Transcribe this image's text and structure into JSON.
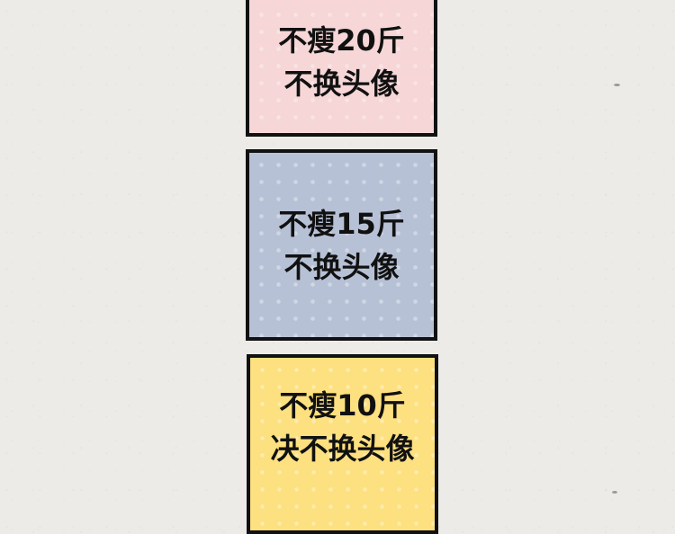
{
  "cards": [
    {
      "line1": "不瘦20斤",
      "line2": "不换头像",
      "color": "#f6d6d7"
    },
    {
      "line1": "不瘦15斤",
      "line2": "不换头像",
      "color": "#b7c1d6"
    },
    {
      "line1": "不瘦10斤",
      "line2": "决不换头像",
      "color": "#fde07f"
    }
  ]
}
